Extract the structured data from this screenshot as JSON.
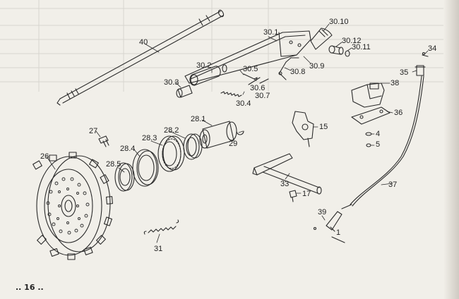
{
  "page_number": ".. 16 ..",
  "parts": [
    {
      "id": "40",
      "label": "40"
    },
    {
      "id": "30.1",
      "label": "30.1"
    },
    {
      "id": "30.10",
      "label": "30.10"
    },
    {
      "id": "30.12",
      "label": "30.12"
    },
    {
      "id": "30.11",
      "label": "30.11"
    },
    {
      "id": "30.9",
      "label": "30.9"
    },
    {
      "id": "30.8",
      "label": "30.8"
    },
    {
      "id": "30.5",
      "label": "30.5"
    },
    {
      "id": "30.6",
      "label": "30.6"
    },
    {
      "id": "30.7",
      "label": "30.7"
    },
    {
      "id": "30.4",
      "label": "30.4"
    },
    {
      "id": "30.2",
      "label": "30.2"
    },
    {
      "id": "30.3",
      "label": "30.3"
    },
    {
      "id": "28.1",
      "label": "28.1"
    },
    {
      "id": "28.2",
      "label": "28.2"
    },
    {
      "id": "28.3",
      "label": "28.3"
    },
    {
      "id": "28.4",
      "label": "28.4"
    },
    {
      "id": "28.5",
      "label": "28.5"
    },
    {
      "id": "29",
      "label": "29"
    },
    {
      "id": "27",
      "label": "27"
    },
    {
      "id": "26",
      "label": "26"
    },
    {
      "id": "31",
      "label": "31"
    },
    {
      "id": "15",
      "label": "15"
    },
    {
      "id": "33",
      "label": "33"
    },
    {
      "id": "17",
      "label": "17"
    },
    {
      "id": "34",
      "label": "34"
    },
    {
      "id": "35",
      "label": "35"
    },
    {
      "id": "38",
      "label": "38"
    },
    {
      "id": "36",
      "label": "36"
    },
    {
      "id": "4",
      "label": "4"
    },
    {
      "id": "5",
      "label": "5"
    },
    {
      "id": "37",
      "label": "37"
    },
    {
      "id": "39",
      "label": "39"
    },
    {
      "id": "1",
      "label": "1"
    }
  ]
}
